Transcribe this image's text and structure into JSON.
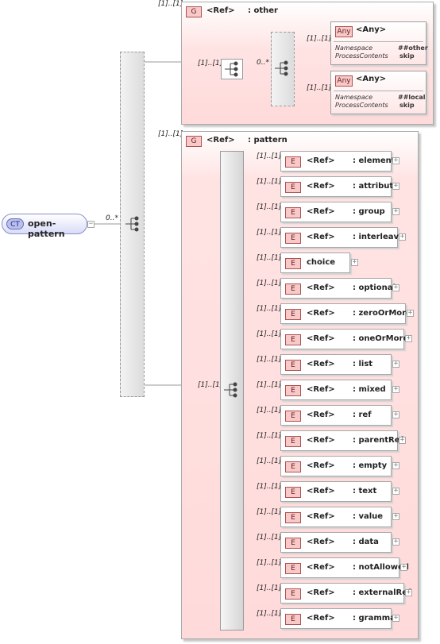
{
  "complex_type": {
    "badge": "CT",
    "name": "open-pattern"
  },
  "main_sequence": {
    "cardinality": "0..*"
  },
  "group_other": {
    "occurs": "[1]..[1]",
    "badge": "G",
    "ref_label": "<Ref>",
    "name": ": other",
    "sequence_cardinality": "[1]..[1]",
    "choice_cardinality": "0..*",
    "any_items": [
      {
        "occurs": "[1]..[1]",
        "badge": "Any",
        "title": "<Any>",
        "namespace_label": "Namespace",
        "namespace_value": "##other",
        "process_label": "ProcessContents",
        "process_value": "skip"
      },
      {
        "occurs": "[1]..[1]",
        "badge": "Any",
        "title": "<Any>",
        "namespace_label": "Namespace",
        "namespace_value": "##local",
        "process_label": "ProcessContents",
        "process_value": "skip"
      }
    ]
  },
  "group_pattern": {
    "occurs": "[1]..[1]",
    "badge": "G",
    "ref_label": "<Ref>",
    "name": ": pattern",
    "choice_cardinality": "[1]..[1]",
    "elements": [
      {
        "occurs": "[1]..[1]",
        "badge": "E",
        "ref": "<Ref>",
        "name": ": element"
      },
      {
        "occurs": "[1]..[1]",
        "badge": "E",
        "ref": "<Ref>",
        "name": ": attribute"
      },
      {
        "occurs": "[1]..[1]",
        "badge": "E",
        "ref": "<Ref>",
        "name": ": group"
      },
      {
        "occurs": "[1]..[1]",
        "badge": "E",
        "ref": "<Ref>",
        "name": ": interleave"
      },
      {
        "occurs": "[1]..[1]",
        "badge": "E",
        "ref": "",
        "name": "choice"
      },
      {
        "occurs": "[1]..[1]",
        "badge": "E",
        "ref": "<Ref>",
        "name": ": optional"
      },
      {
        "occurs": "[1]..[1]",
        "badge": "E",
        "ref": "<Ref>",
        "name": ": zeroOrMore"
      },
      {
        "occurs": "[1]..[1]",
        "badge": "E",
        "ref": "<Ref>",
        "name": ": oneOrMore"
      },
      {
        "occurs": "[1]..[1]",
        "badge": "E",
        "ref": "<Ref>",
        "name": ": list"
      },
      {
        "occurs": "[1]..[1]",
        "badge": "E",
        "ref": "<Ref>",
        "name": ": mixed"
      },
      {
        "occurs": "[1]..[1]",
        "badge": "E",
        "ref": "<Ref>",
        "name": ": ref"
      },
      {
        "occurs": "[1]..[1]",
        "badge": "E",
        "ref": "<Ref>",
        "name": ": parentRef"
      },
      {
        "occurs": "[1]..[1]",
        "badge": "E",
        "ref": "<Ref>",
        "name": ": empty"
      },
      {
        "occurs": "[1]..[1]",
        "badge": "E",
        "ref": "<Ref>",
        "name": ": text"
      },
      {
        "occurs": "[1]..[1]",
        "badge": "E",
        "ref": "<Ref>",
        "name": ": value"
      },
      {
        "occurs": "[1]..[1]",
        "badge": "E",
        "ref": "<Ref>",
        "name": ": data"
      },
      {
        "occurs": "[1]..[1]",
        "badge": "E",
        "ref": "<Ref>",
        "name": ": notAllowed"
      },
      {
        "occurs": "[1]..[1]",
        "badge": "E",
        "ref": "<Ref>",
        "name": ": externalRef"
      },
      {
        "occurs": "[1]..[1]",
        "badge": "E",
        "ref": "<Ref>",
        "name": ": grammar"
      }
    ]
  },
  "expand_symbol": "+",
  "collapse_symbol": "−"
}
